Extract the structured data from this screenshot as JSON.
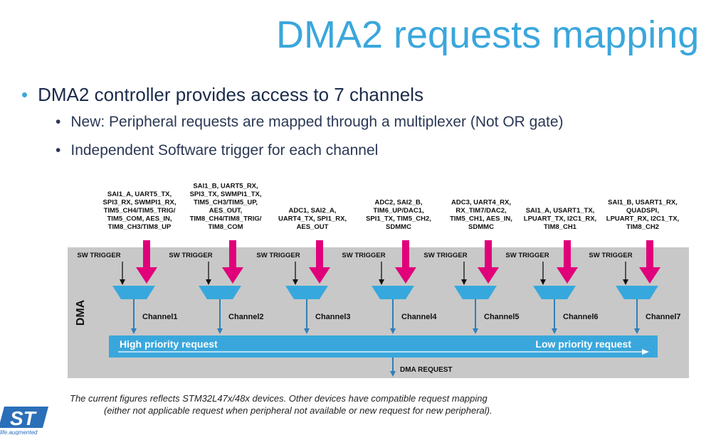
{
  "title": "DMA2 requests mapping",
  "bullets": {
    "main": "DMA2 controller provides access to 7 channels",
    "sub": [
      "New: Peripheral requests are mapped through a multiplexer (Not OR gate)",
      "Independent Software trigger for each channel"
    ]
  },
  "diagram": {
    "side_label": "DMA",
    "sw_trigger": "SW TRIGGER",
    "channels": [
      {
        "label": "Channel1",
        "requests": [
          "SAI1_A, UART5_TX,",
          "SPI3_RX, SWMPI1_RX,",
          "TIM5_CH4/TIM5_TRIG/",
          "TIM5_COM, AES_IN,",
          "TIM8_CH3/TIM8_UP"
        ]
      },
      {
        "label": "Channel2",
        "requests": [
          "SAI1_B, UART5_RX,",
          "SPI3_TX, SWMPI1_TX,",
          "TIM5_CH3/TIM5_UP,",
          "AES_OUT,",
          "TIM8_CH4/TIM8_TRIG/",
          "TIM8_COM"
        ]
      },
      {
        "label": "Channel3",
        "requests": [
          "ADC1, SAI2_A,",
          "UART4_TX, SPI1_RX,",
          "AES_OUT"
        ]
      },
      {
        "label": "Channel4",
        "requests": [
          "ADC2, SAI2_B,",
          "TIM6_UP/DAC1,",
          "SPI1_TX, TIM5_CH2,",
          "SDMMC"
        ]
      },
      {
        "label": "Channel5",
        "requests": [
          "ADC3, UART4_RX,",
          "RX_TIM7/DAC2,",
          "TIM5_CH1, AES_IN,",
          "SDMMC"
        ]
      },
      {
        "label": "Channel6",
        "requests": [
          "SAI1_A, USART1_TX,",
          "LPUART_TX, I2C1_RX,",
          "TIM8_CH1"
        ]
      },
      {
        "label": "Channel7",
        "requests": [
          "SAI1_B, USART1_RX,",
          "QUADSPI,",
          "LPUART_RX, I2C1_TX,",
          "TIM8_CH2"
        ]
      }
    ],
    "high_priority": "High priority request",
    "low_priority": "Low priority request",
    "dma_request": "DMA REQUEST"
  },
  "footnote": {
    "line1": "The current figures reflects STM32L47x/48x devices. Other devices have compatible request mapping",
    "line2": "(either not applicable request when peripheral not available or new request for new peripheral)."
  },
  "logo": {
    "text": "ST",
    "tagline": "life.augmented"
  },
  "colors": {
    "accent": "#3aa7dc",
    "arrow": "#e0007a",
    "panel": "#c8c8c8",
    "mux": "#37a8dd"
  }
}
